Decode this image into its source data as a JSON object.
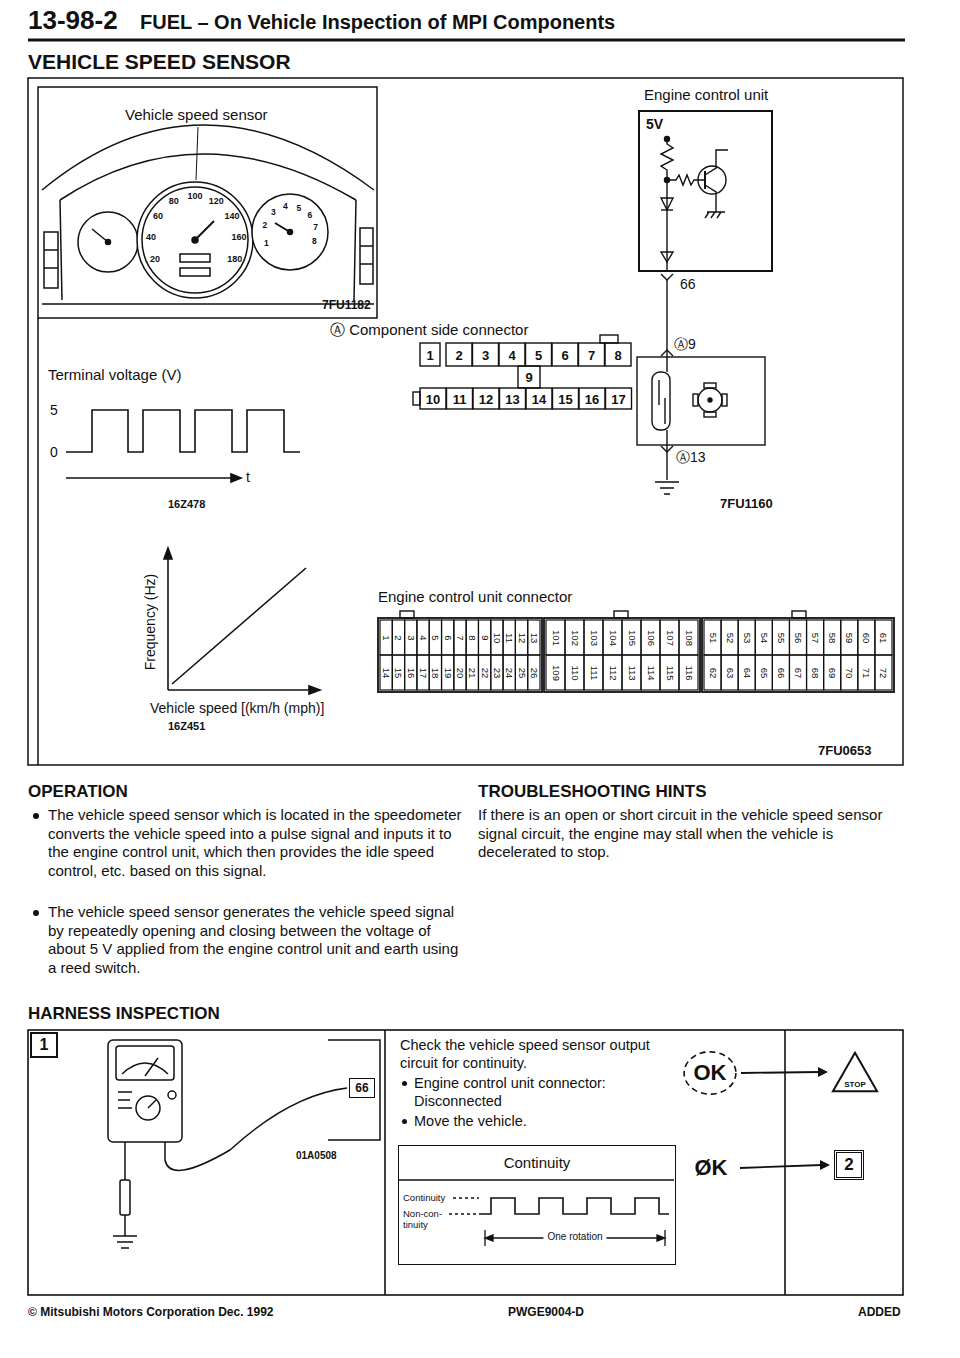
{
  "diagram": {
    "title": "VEHICLE SPEED SENSOR",
    "nodes": [
      {
        "text": [
          "Engine control unit",
          "5V"
        ]
      },
      {
        "text": [
          "1"
        ]
      },
      {
        "text": [
          "66"
        ]
      },
      {
        "text": [
          "Check the vehicle speed sensor output circuit for continuity.",
          "Engine control unit connector: Disconnected",
          "Move the vehicle."
        ]
      },
      {
        "text": [
          "Continuity",
          "Continuity",
          "Non-con- tinuity",
          "One rotation"
        ]
      },
      {
        "text": [
          "OK"
        ]
      },
      {
        "text": [
          "STOP"
        ]
      },
      {
        "text": [
          "ØK"
        ]
      },
      {
        "text": [
          "2"
        ]
      }
    ],
    "edges": [
      {
        "from": 5,
        "to": 6,
        "arrow": "to"
      },
      {
        "from": 7,
        "to": 8,
        "arrow": "to"
      }
    ],
    "labels": [
      "13-98-2",
      "FUEL – On Vehicle Inspection of MPI Components",
      "Vehicle speed sensor",
      "7FU1182",
      "20",
      "40",
      "60",
      "80",
      "100",
      "120",
      "140",
      "160",
      "180",
      "1",
      "2",
      "3",
      "4",
      "5",
      "6",
      "7",
      "8",
      "Terminal voltage (V)",
      "5",
      "0",
      "t",
      "16Z478",
      "Frequency (Hz)",
      "Vehicle speed [(km/h (mph)]",
      "16Z451",
      "Ⓐ Component side connector",
      "1",
      "2",
      "3",
      "4",
      "5",
      "6",
      "7",
      "8",
      "9",
      "10",
      "11",
      "12",
      "13",
      "14",
      "15",
      "16",
      "17",
      "66",
      "Ⓐ9",
      "Ⓐ13",
      "7FU1160",
      "Engine control unit connector",
      "1",
      "2",
      "3",
      "4",
      "5",
      "6",
      "7",
      "8",
      "9",
      "10",
      "11",
      "12",
      "13",
      "14",
      "15",
      "16",
      "17",
      "18",
      "19",
      "20",
      "21",
      "22",
      "23",
      "24",
      "25",
      "26",
      "101",
      "102",
      "103",
      "104",
      "105",
      "106",
      "107",
      "108",
      "109",
      "110",
      "111",
      "112",
      "113",
      "114",
      "115",
      "116",
      "51",
      "52",
      "53",
      "54",
      "55",
      "56",
      "57",
      "58",
      "59",
      "60",
      "61",
      "62",
      "63",
      "64",
      "65",
      "66",
      "67",
      "68",
      "69",
      "70",
      "71",
      "72",
      "7FU0653",
      "OPERATION",
      "The vehicle speed sensor which is located in the speedometer converts the vehicle speed into a pulse signal and inputs it to the engine control unit, which then provides the idle speed control, etc. based on this signal.",
      "The vehicle speed sensor generates the vehicle speed signal by repeatedly opening and closing between the voltage of about 5 V applied from the engine control unit and earth using a reed switch.",
      "TROUBLESHOOTING HINTS",
      "If there is an open or short circuit in the vehicle speed sensor signal circuit, the engine may stall when the vehicle is decelerated to stop.",
      "HARNESS INSPECTION",
      "01A0508",
      "© Mitsubishi Motors Corporation Dec. 1992",
      "PWGE9004-D",
      "ADDED"
    ]
  }
}
